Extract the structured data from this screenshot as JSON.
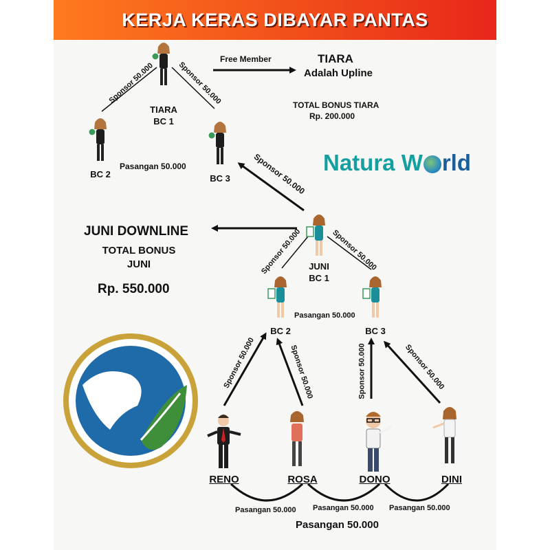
{
  "banner": {
    "title": "KERJA KERAS DIBAYAR PANTAS"
  },
  "tiara_tree": {
    "top_name": "TIARA",
    "top_code": "BC 1",
    "left_code": "BC 2",
    "right_code": "BC 3",
    "sponsor_left": "Sponsor 50.000",
    "sponsor_right": "Sponsor 50.000",
    "pair": "Pasangan 50.000"
  },
  "free_member": {
    "label": "Free Member",
    "name": "TIARA",
    "role": "Adalah Upline"
  },
  "tiara_bonus": {
    "label": "TOTAL BONUS TIARA",
    "amount": "Rp. 200.000"
  },
  "brand": {
    "name_left": "Natura W",
    "name_right": "rld"
  },
  "juni_link": {
    "sponsor": "Sponsor 50.000"
  },
  "juni_info": {
    "title": "JUNI DOWNLINE",
    "bonus_label_1": "TOTAL BONUS",
    "bonus_label_2": "JUNI",
    "amount": "Rp. 550.000"
  },
  "juni_tree": {
    "top_name": "JUNI",
    "top_code": "BC 1",
    "left_code": "BC 2",
    "right_code": "BC 3",
    "sponsor_left": "Sponsor 50.000",
    "sponsor_right": "Sponsor 50.000",
    "pair": "Pasangan 50.000"
  },
  "downline": {
    "sponsors": [
      "Sponsor 50.000",
      "Sponsor 50.000",
      "Sponsor 50.000",
      "Sponsor 50.000"
    ],
    "members": [
      "RENO",
      "ROSA",
      "DONO",
      "DINI"
    ],
    "pairs": [
      "Pasangan 50.000",
      "Pasangan 50.000",
      "Pasangan 50.000"
    ],
    "pair_total": "Pasangan 50.000"
  },
  "colors": {
    "banner_orange": "#ff7a1e",
    "banner_red": "#e8261a",
    "brand_teal": "#14a0a0",
    "brand_blue": "#1c5e9a",
    "logo_gold": "#c9a23a",
    "logo_blue": "#1f6aa8",
    "logo_green": "#3f8f3a"
  }
}
